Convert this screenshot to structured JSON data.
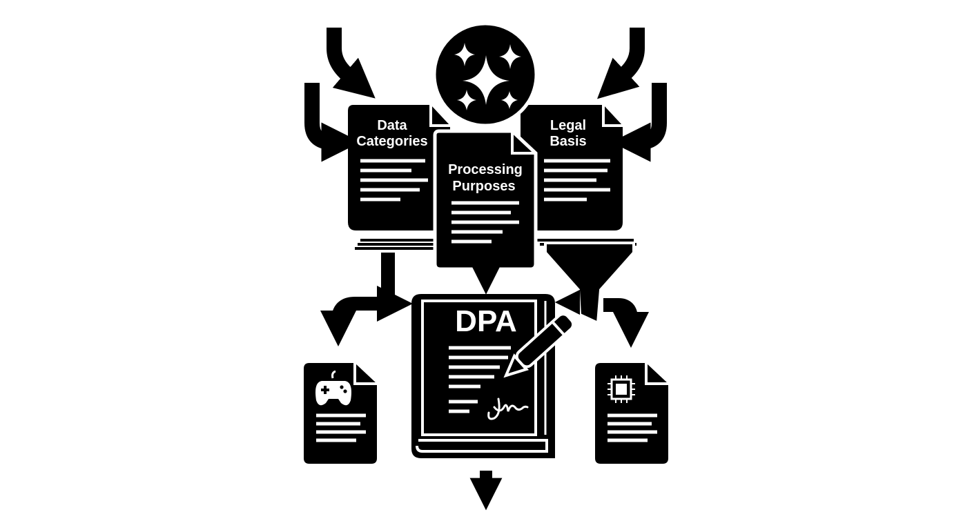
{
  "diagram": {
    "documents": {
      "data_categories": {
        "line1": "Data",
        "line2": "Categories"
      },
      "processing_purposes": {
        "line1": "Processing",
        "line2": "Purposes"
      },
      "legal_basis": {
        "line1": "Legal",
        "line2": "Basis"
      }
    },
    "dpa": {
      "title": "DPA"
    }
  },
  "icons": {
    "ai": "sparkles-icon",
    "filter": "funnel-icon",
    "pen": "pen-icon",
    "signature": "signature-icon",
    "gaming": "game-controller-icon",
    "hardware": "microchip-icon"
  },
  "colors": {
    "ink": "#000000",
    "paper": "#ffffff"
  }
}
